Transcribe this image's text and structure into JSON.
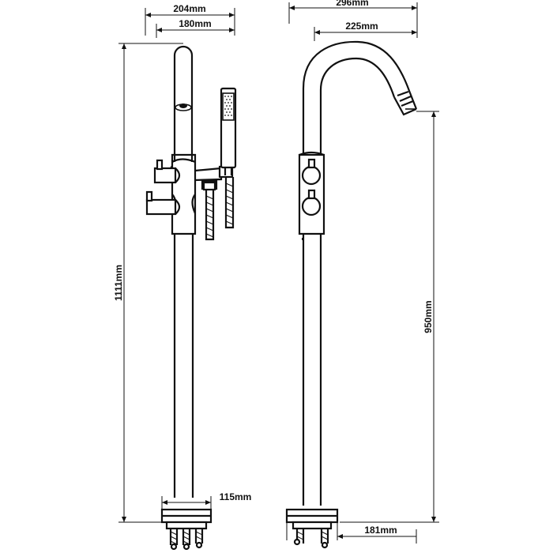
{
  "dimensions": {
    "left_width_outer": "204mm",
    "left_width_inner": "180mm",
    "left_height": "1111mm",
    "left_base": "115mm",
    "right_width_outer": "296mm",
    "right_width_inner": "225mm",
    "right_height": "950mm",
    "right_base": "181mm"
  }
}
